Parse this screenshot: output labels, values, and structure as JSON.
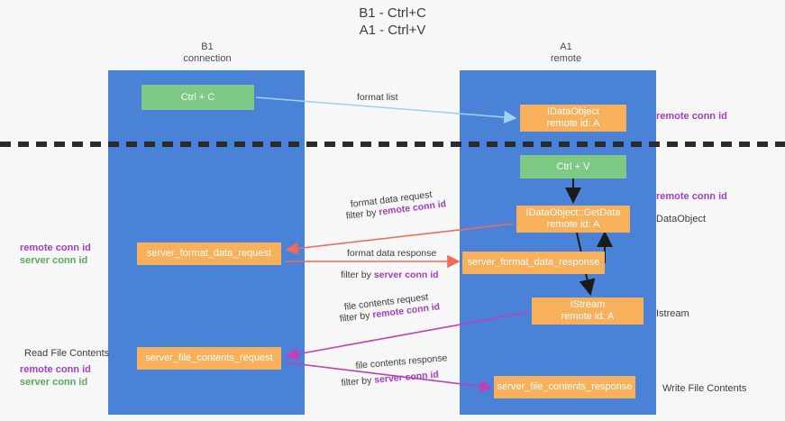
{
  "title": {
    "line1": "B1 - Ctrl+C",
    "line2": "A1 - Ctrl+V"
  },
  "columns": [
    {
      "name": "B1",
      "role": "connection"
    },
    {
      "name": "A1",
      "role": "remote"
    }
  ],
  "nodes": {
    "ctrl_c": {
      "label": "Ctrl + C",
      "color": "#7ec983"
    },
    "idataobject": {
      "line1": "IDataObject",
      "line2": "remote id: A",
      "color": "#f9b05a"
    },
    "ctrl_v": {
      "label": "Ctrl + V",
      "color": "#7ec983"
    },
    "getdata": {
      "line1": "IDataObject::GetData",
      "line2": "remote id: A",
      "color": "#f9b05a"
    },
    "server_format_data_request": {
      "label": "server_format_data_request",
      "color": "#f9b05a"
    },
    "server_format_data_response": {
      "label": "server_format_data_response",
      "color": "#f9b05a"
    },
    "istream": {
      "line1": "IStream",
      "line2": "remote id: A",
      "color": "#f9b05a"
    },
    "server_file_contents_request": {
      "label": "server_file_contents_request",
      "color": "#f9b05a"
    },
    "server_file_contents_response": {
      "label": "server_file_contents_response",
      "color": "#f9b05a"
    }
  },
  "edge_labels": {
    "format_list": "format list",
    "format_data_request": "format data request",
    "filter_by_prefix": "filter by ",
    "remote_conn_id": "remote conn id",
    "server_conn_id": "server conn id",
    "format_data_response": "format data response",
    "file_contents_request": "file contents request",
    "file_contents_response": "file contents response"
  },
  "side_labels": {
    "remote_conn_id_top": "remote conn id",
    "remote_conn_id_mid": "remote conn id",
    "dataobject": "DataObject",
    "istream": "Istream",
    "write_file_contents": "Write File Contents",
    "read_file_contents": "Read File Contents",
    "left_remote_conn_id": "remote conn id",
    "left_server_conn_id": "server conn id",
    "left_remote_conn_id_2": "remote conn id",
    "left_server_conn_id_2": "server conn id"
  },
  "colors": {
    "lane": "#4a82d8",
    "green_node": "#7ec983",
    "orange_node": "#f9b05a",
    "remote_conn_id": "#a23fc6",
    "server_conn_id": "#5aa95f",
    "arrow_blue": "#9fd2f0",
    "arrow_red": "#f06a5a",
    "arrow_magenta": "#c040b8",
    "arrow_black": "#1a1a1a",
    "divider": "#2b2b2b",
    "background": "#f7f7f7"
  }
}
